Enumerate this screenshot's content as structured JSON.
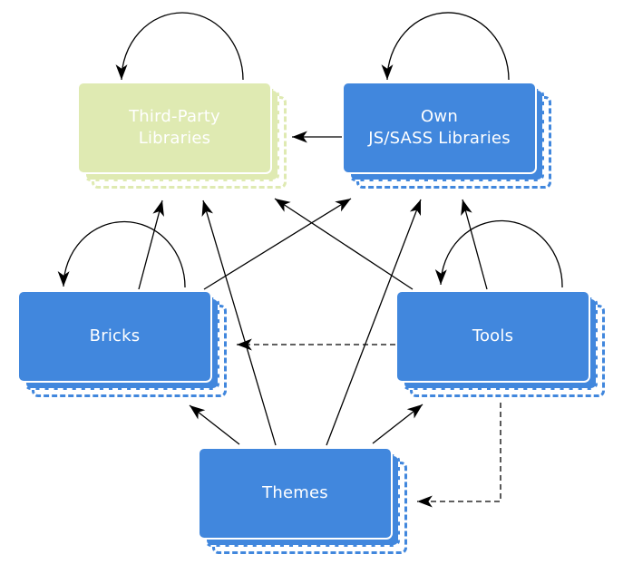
{
  "diagram": {
    "background_color": "#ffffff",
    "line_color": "#000000",
    "nodes": {
      "third_party": {
        "label": "Third-Party\nLibraries",
        "color": "#dfeab2",
        "text_color": "#ffffff"
      },
      "own": {
        "label": "Own\nJS/SASS Libraries",
        "color": "#4187dd",
        "text_color": "#ffffff"
      },
      "bricks": {
        "label": "Bricks",
        "color": "#4187dd",
        "text_color": "#ffffff"
      },
      "tools": {
        "label": "Tools",
        "color": "#4187dd",
        "text_color": "#ffffff"
      },
      "themes": {
        "label": "Themes",
        "color": "#4187dd",
        "text_color": "#ffffff"
      }
    },
    "edges": [
      {
        "from": "third_party",
        "to": "third_party",
        "style": "solid"
      },
      {
        "from": "own",
        "to": "own",
        "style": "solid"
      },
      {
        "from": "bricks",
        "to": "bricks",
        "style": "solid"
      },
      {
        "from": "tools",
        "to": "tools",
        "style": "solid"
      },
      {
        "from": "own",
        "to": "third_party",
        "style": "solid"
      },
      {
        "from": "bricks",
        "to": "third_party",
        "style": "solid"
      },
      {
        "from": "bricks",
        "to": "own",
        "style": "solid"
      },
      {
        "from": "tools",
        "to": "third_party",
        "style": "solid"
      },
      {
        "from": "tools",
        "to": "own",
        "style": "solid"
      },
      {
        "from": "themes",
        "to": "third_party",
        "style": "solid"
      },
      {
        "from": "themes",
        "to": "own",
        "style": "solid"
      },
      {
        "from": "themes",
        "to": "bricks",
        "style": "solid"
      },
      {
        "from": "themes",
        "to": "tools",
        "style": "solid"
      },
      {
        "from": "tools",
        "to": "bricks",
        "style": "dashed"
      },
      {
        "from": "tools",
        "to": "themes",
        "style": "dashed"
      }
    ]
  }
}
